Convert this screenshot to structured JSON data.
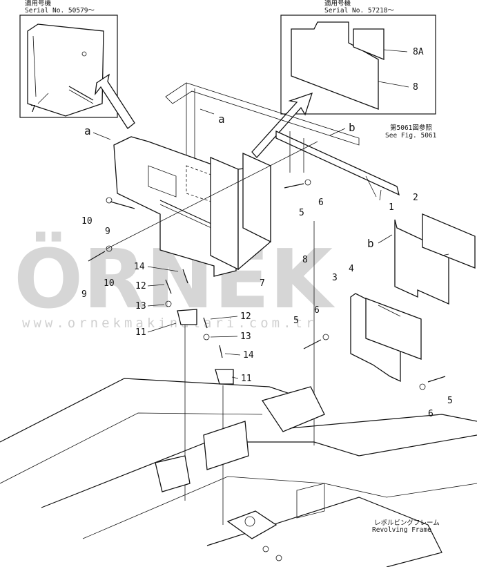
{
  "inset_left": {
    "title": "適用号機",
    "serial": "Serial No. 50579～",
    "part_label": "7"
  },
  "inset_right": {
    "title": "適用号機",
    "serial": "Serial No. 57218～",
    "part_label_8a": "8A",
    "part_label_8": "8"
  },
  "see_fig": {
    "jp": "第5061図参照",
    "en": "See Fig. 5061"
  },
  "frame_label": {
    "jp": "レボルビングフレーム",
    "en": "Revolving Frame"
  },
  "callouts": {
    "a_top": "a",
    "a_mid": "a",
    "b_top": "b",
    "b_right": "b",
    "p1": "1",
    "p2": "2",
    "p3": "3",
    "p4": "4",
    "p5a": "5",
    "p6a": "6",
    "p5b": "5",
    "p6b": "6",
    "p5c": "5",
    "p6c": "6",
    "p7": "7",
    "p8": "8",
    "p9a": "9",
    "p10a": "10",
    "p9b": "9",
    "p10b": "10",
    "p14a": "14",
    "p12a": "12",
    "p13a": "13",
    "p11a": "11",
    "p12b": "12",
    "p13b": "13",
    "p14b": "14",
    "p11b": "11"
  },
  "watermark": {
    "brand": "ÖRNEK",
    "url": "www.ornekmakinalari.com.tr"
  }
}
